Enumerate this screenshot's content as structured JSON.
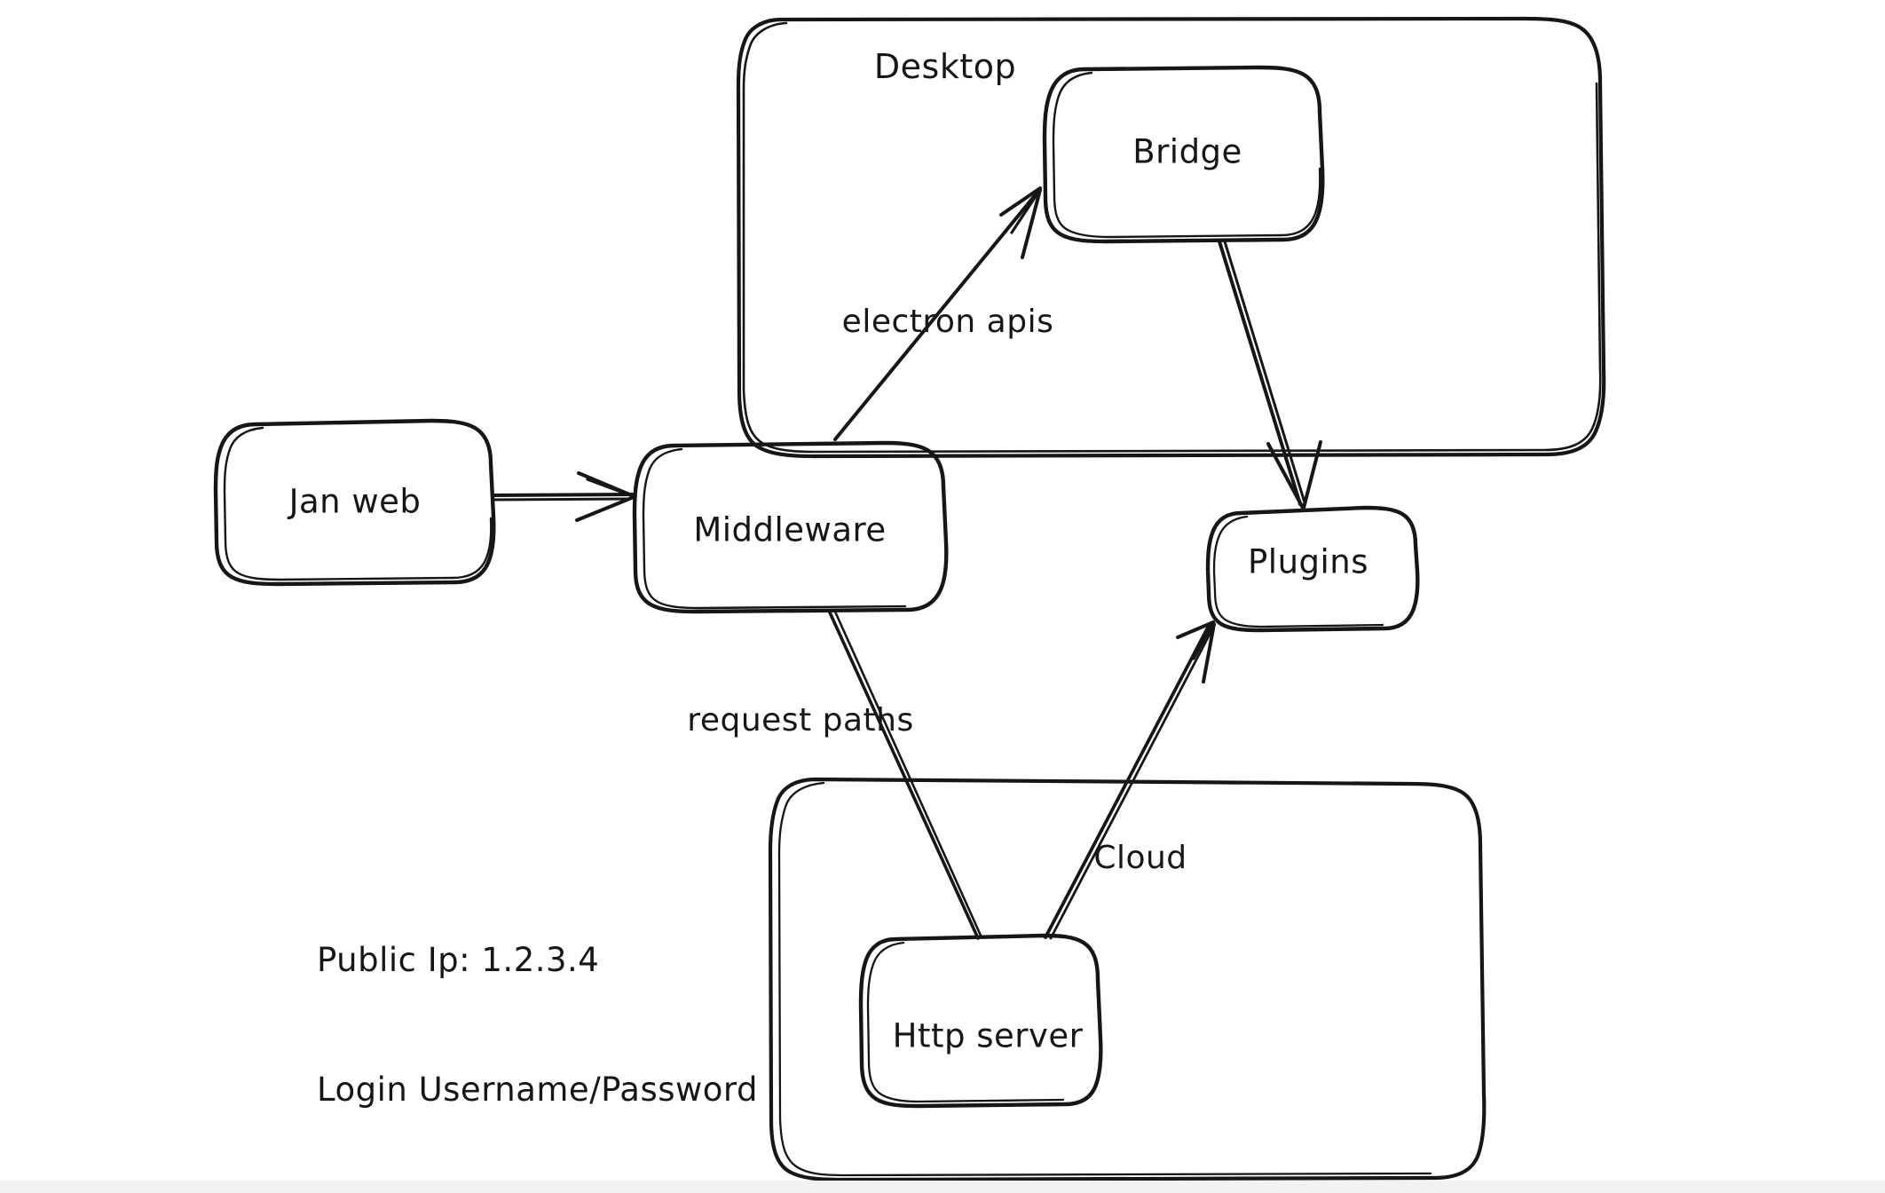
{
  "diagram": {
    "title_note": "Jan desktop / cloud architecture sketch",
    "background_color": "#ffffff",
    "stroke_color": "#161616",
    "groups": [
      {
        "id": "desktop",
        "label": "Desktop"
      },
      {
        "id": "cloud",
        "label": ""
      }
    ],
    "nodes": [
      {
        "id": "jan-web",
        "label": "Jan web"
      },
      {
        "id": "middleware",
        "label": "Middleware"
      },
      {
        "id": "bridge",
        "label": "Bridge"
      },
      {
        "id": "plugins",
        "label": "Plugins"
      },
      {
        "id": "http-server",
        "label": "Http server"
      }
    ],
    "edge_labels": [
      {
        "id": "electron-apis",
        "label": "electron apis"
      },
      {
        "id": "request-paths",
        "label": "request paths"
      },
      {
        "id": "cloud",
        "label": "Cloud"
      }
    ],
    "notes": {
      "public_ip_line": "Public Ip: 1.2.3.4",
      "login_line": "Login Username/Password"
    }
  }
}
